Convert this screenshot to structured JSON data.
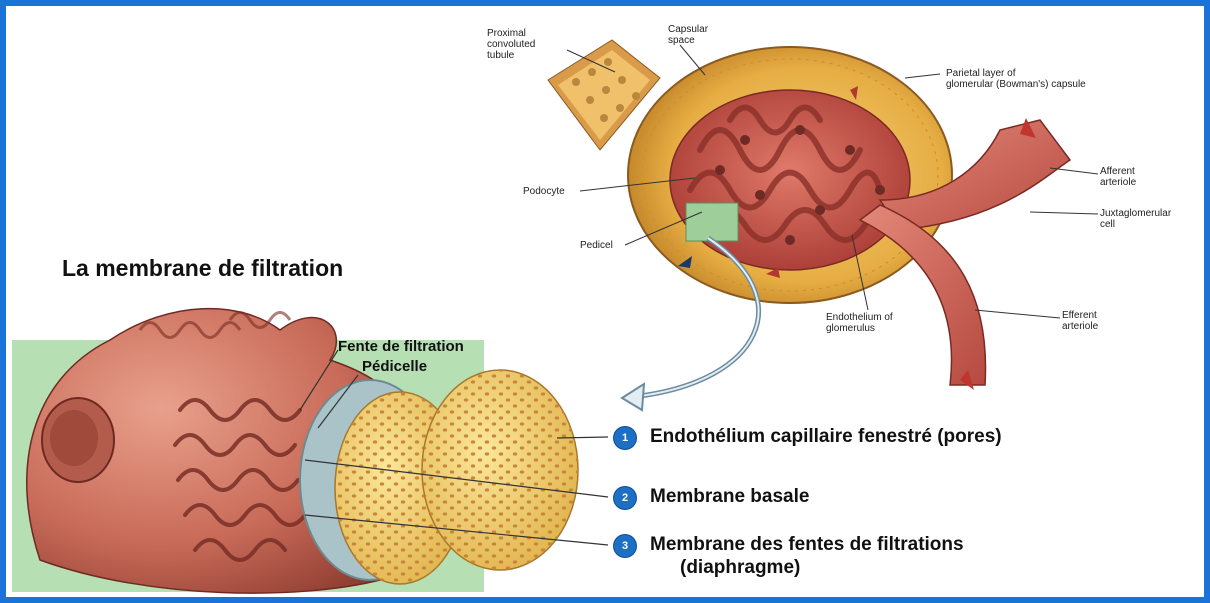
{
  "title": "La membrane de filtration",
  "top_labels": {
    "proximal": [
      "Proximal",
      "convoluted",
      "tubule"
    ],
    "capsular": [
      "Capsular",
      "space"
    ],
    "parietal": [
      "Parietal layer of",
      "glomerular (Bowman's) capsule"
    ],
    "podocyte": "Podocyte",
    "pedicel": "Pedicel",
    "afferent": [
      "Afferent",
      "arteriole"
    ],
    "juxta": [
      "Juxtaglomerular",
      "cell"
    ],
    "efferent": [
      "Efferent",
      "arteriole"
    ],
    "endothelium": [
      "Endothelium of",
      "glomerulus"
    ]
  },
  "detail_labels": {
    "fente": "Fente de filtration",
    "pedicelle": "Pédicelle"
  },
  "legend": [
    {
      "num": "1",
      "text": "Endothélium capillaire fenestré (pores)"
    },
    {
      "num": "2",
      "text": "Membrane basale"
    },
    {
      "num": "3",
      "text": "Membrane des fentes de filtrations",
      "text2": "(diaphragme)"
    }
  ],
  "colors": {
    "border": "#1a73d9",
    "badge": "#1d6fc4",
    "capsule_yellow": "#e9b94a",
    "tissue_red": "#c9594a",
    "highlight_green": "#9ecf9a"
  }
}
